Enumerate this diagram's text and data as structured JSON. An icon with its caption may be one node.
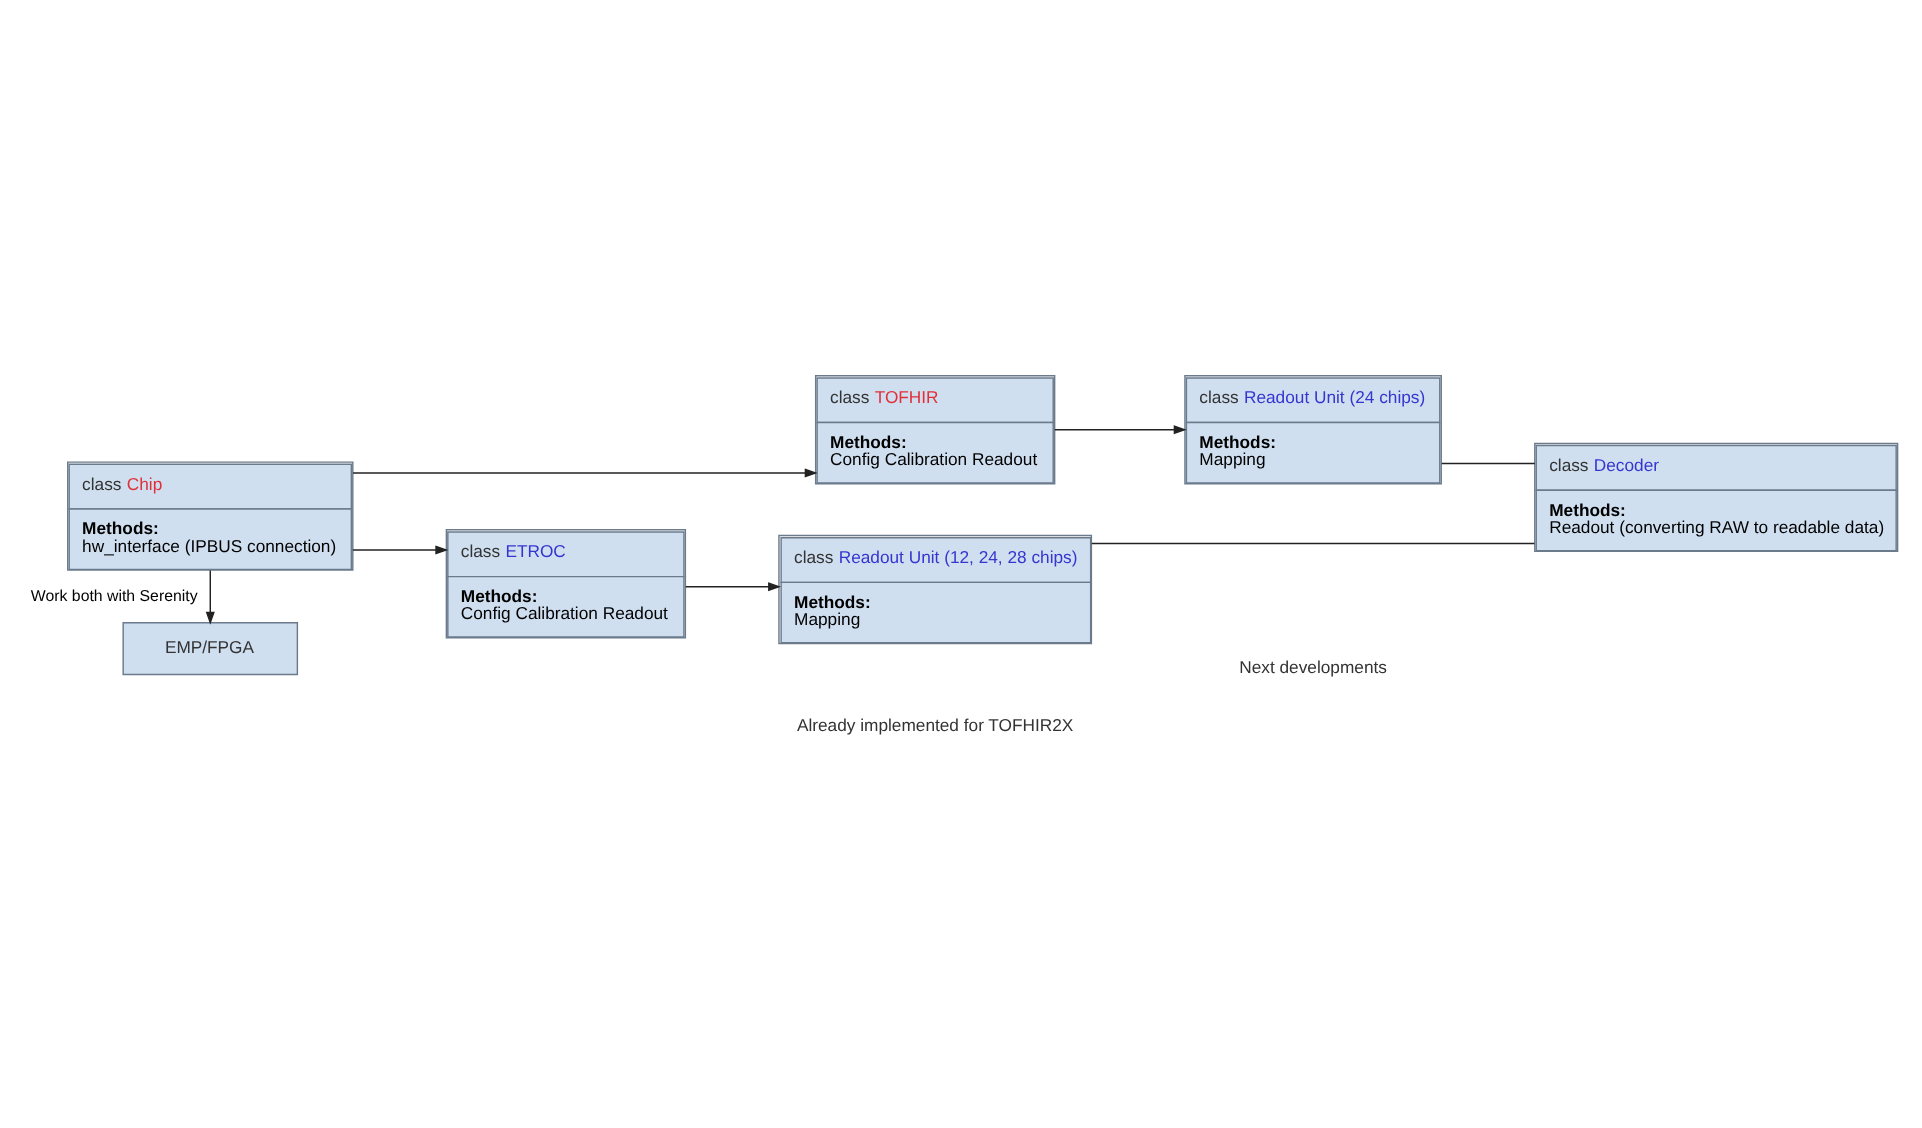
{
  "diagram": {
    "nodes": [
      {
        "text": [
          "class Chip",
          "Methods:",
          "hw_interface (IPBUS connection)"
        ]
      },
      {
        "text": [
          "EMP/FPGA"
        ]
      },
      {
        "text": [
          "class TOFHIR",
          "Methods:",
          "Config Calibration Readout"
        ]
      },
      {
        "text": [
          "class ETROC",
          "Methods:",
          "Config Calibration Readout"
        ]
      },
      {
        "text": [
          "class Readout Unit (24 chips)",
          "Methods:",
          "Mapping"
        ]
      },
      {
        "text": [
          "class Readout Unit (12, 24, 28 chips)",
          "Methods:",
          "Mapping"
        ]
      },
      {
        "text": [
          "class Decoder",
          "Methods:",
          "Readout (converting RAW to readable data)"
        ]
      }
    ],
    "edges": [
      {
        "from": 0,
        "to": 1,
        "arrow": "to",
        "label": "Work both with Serenity"
      },
      {
        "from": 0,
        "to": 2,
        "arrow": "to"
      },
      {
        "from": 0,
        "to": 3,
        "arrow": "to"
      },
      {
        "from": 2,
        "to": 4,
        "arrow": "to"
      },
      {
        "from": 3,
        "to": 5,
        "arrow": "to"
      },
      {
        "from": 4,
        "to": 6,
        "arrow": "none"
      },
      {
        "from": 5,
        "to": 6,
        "arrow": "none"
      }
    ],
    "labels": [
      "Already implemented for TOFHIR2X",
      "Next developments"
    ]
  }
}
